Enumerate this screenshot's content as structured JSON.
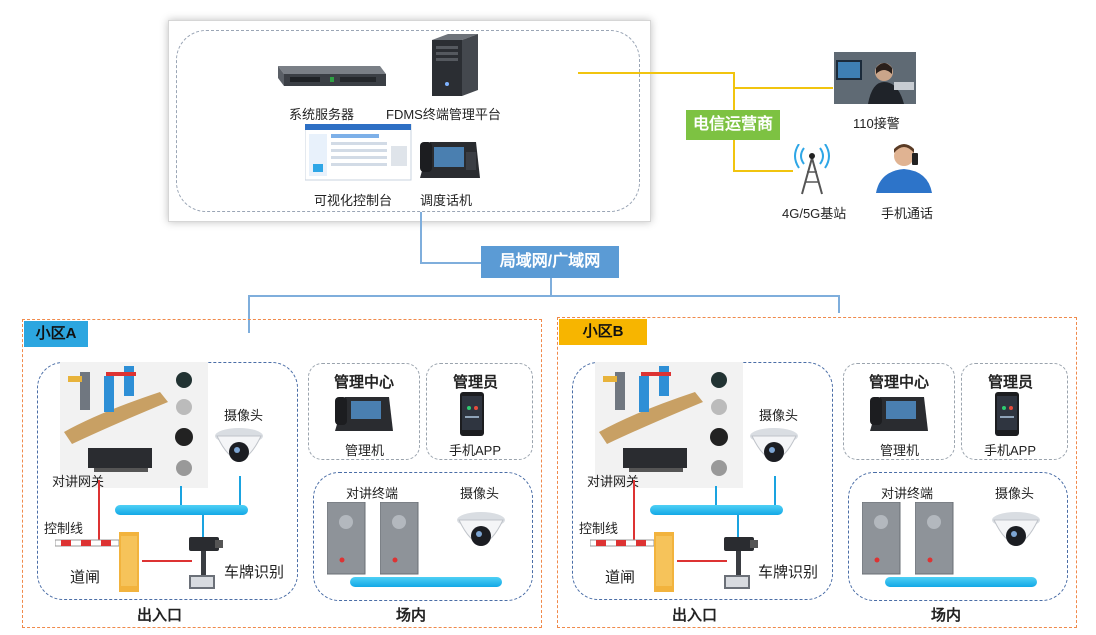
{
  "top": {
    "system_server": "系统服务器",
    "fdms_platform": "FDMS终端管理平台",
    "visual_console": "可视化控制台",
    "dispatch_phone": "调度话机"
  },
  "carrier": {
    "label": "电信运营商",
    "color": "#7dc242",
    "police": "110接警",
    "base_station": "4G/5G基站",
    "mobile_call": "手机通话"
  },
  "network": {
    "label": "局域网/广域网",
    "color": "#5b9bd5"
  },
  "zone_a": {
    "title": "小区A",
    "tag_color": "#2ca6e0",
    "intercom_gateway": "对讲网关",
    "camera_entrance": "摄像头",
    "control_line": "控制线",
    "barrier": "道闸",
    "plate_recognition": "车牌识别",
    "entrance_label": "出入口",
    "mgmt_center_title": "管理中心",
    "mgmt_terminal": "管理机",
    "manager_title": "管理员",
    "mobile_app": "手机APP",
    "intercom_terminal": "对讲终端",
    "camera_inside": "摄像头",
    "inside_label": "场内"
  },
  "zone_b": {
    "title": "小区B",
    "tag_color": "#f7b500",
    "intercom_gateway": "对讲网关",
    "camera_entrance": "摄像头",
    "control_line": "控制线",
    "barrier": "道闸",
    "plate_recognition": "车牌识别",
    "entrance_label": "出入口",
    "mgmt_center_title": "管理中心",
    "mgmt_terminal": "管理机",
    "manager_title": "管理员",
    "mobile_app": "手机APP",
    "intercom_terminal": "对讲终端",
    "camera_inside": "摄像头",
    "inside_label": "场内"
  }
}
